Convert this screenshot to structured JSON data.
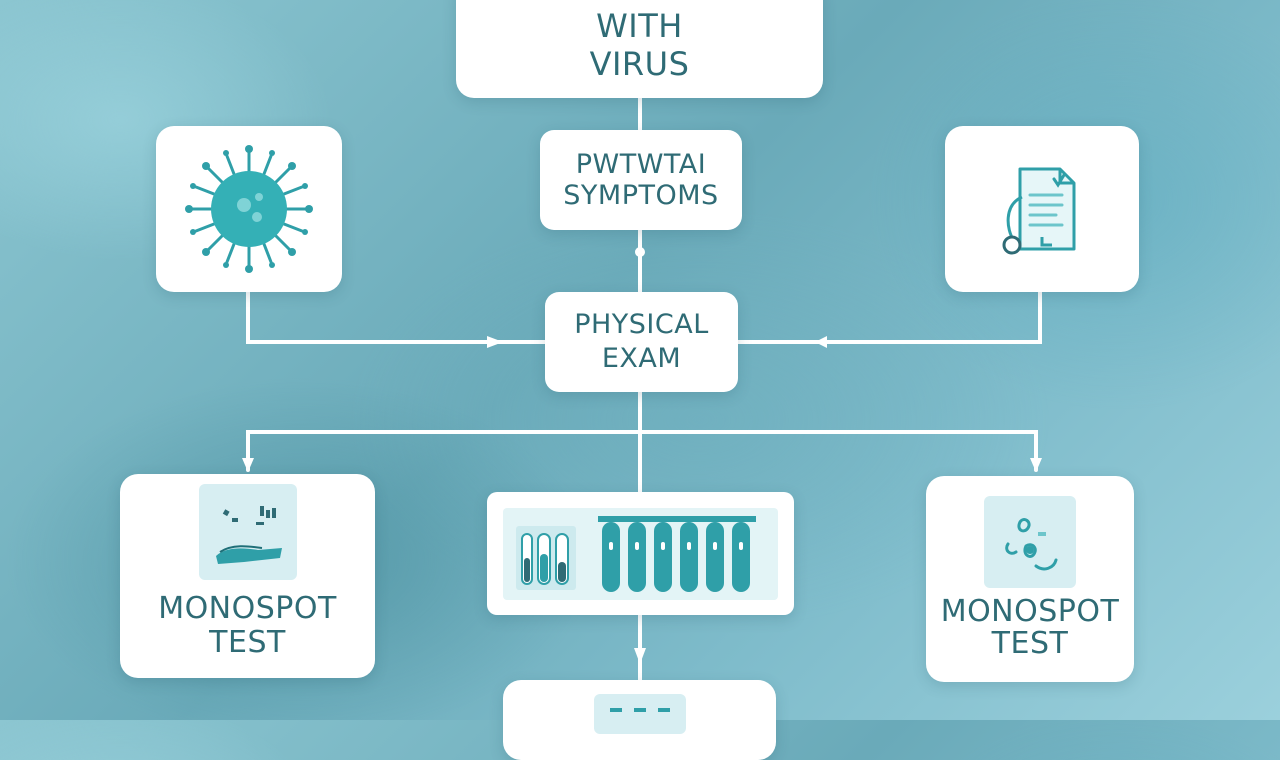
{
  "nodes": {
    "top": {
      "label": "WITH\nVIRUS"
    },
    "symptoms": {
      "label": "PWTWTAI\nSYMPTOMS"
    },
    "exam": {
      "label": "PHYSICAL\nEXAM"
    },
    "left_test": {
      "label": "MONOSPOT\nTEST"
    },
    "right_test": {
      "label": "MONOSPOT\nTEST"
    }
  },
  "icons": {
    "left_top": "virus-icon",
    "right_top": "medical-document-stethoscope-icon",
    "left_test": "hand-lab-icon",
    "center": "test-tubes-icon",
    "right_test": "lab-sample-icon",
    "bottom": "clipboard-icon"
  },
  "colors": {
    "accent": "#2f9fa8",
    "text": "#2f6b75",
    "line": "#ffffff"
  }
}
